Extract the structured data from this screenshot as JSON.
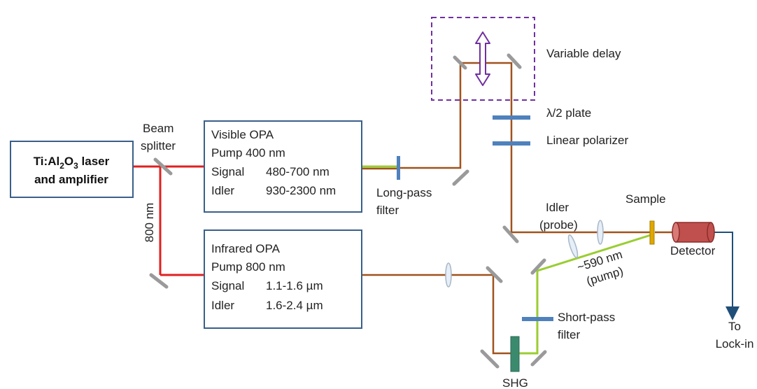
{
  "colors": {
    "laser_red": "#e02020",
    "beam_brown": "#a0521d",
    "beam_green": "#9acd32",
    "box_border": "#3a5f8a",
    "optic_blue": "#4f81bd",
    "delay_box": "#7030a0",
    "detector_fill": "#c0504d",
    "output_arrow": "#1f4e79"
  },
  "laser_box": {
    "line1": "Ti:Al",
    "sub": "2",
    "mid": "O",
    "sub2": "3",
    "line1_tail": " laser",
    "line2": "and amplifier"
  },
  "beam_splitter": {
    "line1": "Beam",
    "line2": "splitter"
  },
  "label_800": "800 nm",
  "visible_opa": {
    "title": "Visible OPA",
    "pump": "Pump 400 nm",
    "signal_label": "Signal",
    "signal_range": "480-700 nm",
    "idler_label": "Idler",
    "idler_range": "930-2300 nm"
  },
  "infrared_opa": {
    "title": "Infrared OPA",
    "pump": "Pump 800 nm",
    "signal_label": "Signal",
    "signal_range": "1.1-1.6 µm",
    "idler_label": "Idler",
    "idler_range": "1.6-2.4 µm"
  },
  "long_pass": {
    "line1": "Long-pass",
    "line2": "filter"
  },
  "variable_delay": "Variable delay",
  "half_wave": "λ/2 plate",
  "linear_polarizer": "Linear polarizer",
  "idler_probe": {
    "line1": "Idler",
    "line2": "(probe)"
  },
  "sample": "Sample",
  "detector": "Detector",
  "pump_label": {
    "line1": "~590 nm",
    "line2": "(pump)"
  },
  "short_pass": {
    "line1": "Short-pass",
    "line2": "filter"
  },
  "shg": "SHG",
  "to_lockin": {
    "line1": "To",
    "line2": "Lock-in"
  }
}
